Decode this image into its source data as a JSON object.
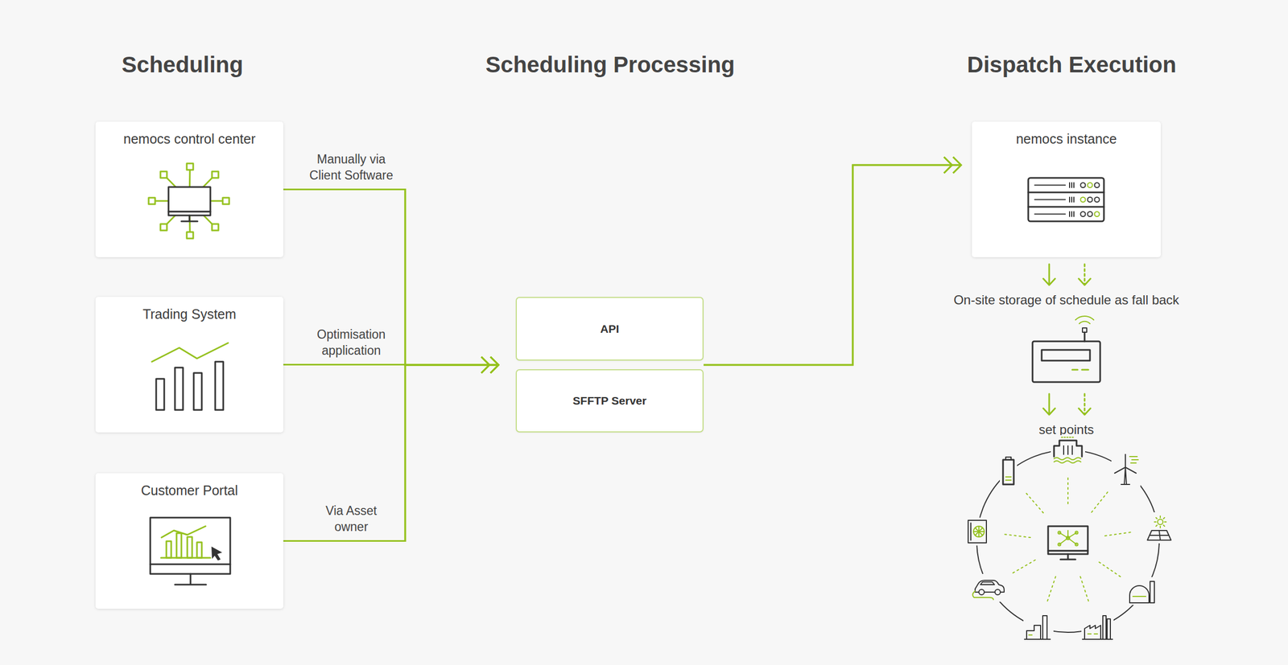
{
  "diagram": {
    "nodes": [
      {
        "text": [
          "nemocs control center"
        ]
      },
      {
        "text": [
          "Trading System"
        ]
      },
      {
        "text": [
          "Customer Portal"
        ]
      },
      {
        "text": [
          "API"
        ]
      },
      {
        "text": [
          "SFFTP Server"
        ]
      },
      {
        "text": [
          "nemocs instance"
        ]
      }
    ],
    "edges": [
      {
        "from": 0,
        "to": 3,
        "label": "Manually via Client Software",
        "arrow": "to"
      },
      {
        "from": 1,
        "to": 3,
        "label": "Optimisation application",
        "arrow": "to"
      },
      {
        "from": 2,
        "to": 3,
        "label": "Via Asset owner",
        "arrow": "to"
      },
      {
        "from": 0,
        "to": 4,
        "arrow": "to"
      },
      {
        "from": 1,
        "to": 4,
        "arrow": "to"
      },
      {
        "from": 2,
        "to": 4,
        "arrow": "to"
      },
      {
        "from": 3,
        "to": 5,
        "arrow": "to"
      },
      {
        "from": 4,
        "to": 5,
        "arrow": "to"
      }
    ],
    "labels": [
      "Scheduling",
      "Scheduling Processing",
      "Dispatch Execution",
      "On-site storage of schedule as fall back",
      "set points"
    ]
  }
}
